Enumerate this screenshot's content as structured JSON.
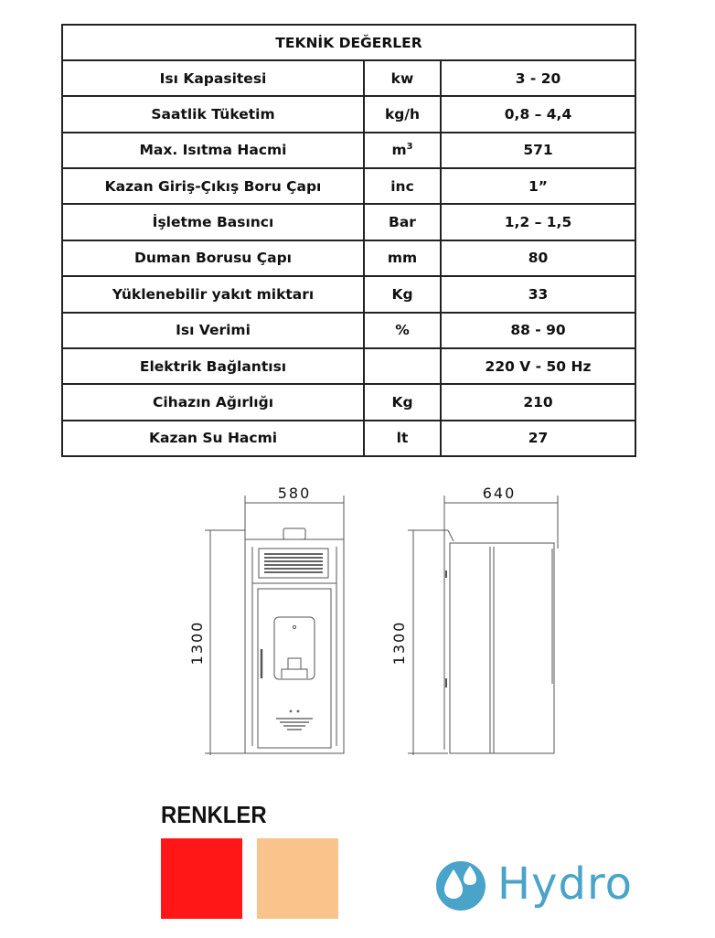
{
  "table": {
    "title": "TEKNİK DEĞERLER",
    "rows": [
      {
        "name": "Isı Kapasitesi",
        "unit": "kw",
        "value": "3 - 20"
      },
      {
        "name": "Saatlik Tüketim",
        "unit": "kg/h",
        "value": "0,8 – 4,4"
      },
      {
        "name": "Max. Isıtma Hacmi",
        "unit": "m",
        "unit_sup": "3",
        "value": "571"
      },
      {
        "name": "Kazan Giriş-Çıkış Boru Çapı",
        "unit": "inc",
        "value": "1”"
      },
      {
        "name": "İşletme Basıncı",
        "unit": "Bar",
        "value": "1,2 – 1,5"
      },
      {
        "name": "Duman Borusu Çapı",
        "unit": "mm",
        "value": "80"
      },
      {
        "name": "Yüklenebilir yakıt miktarı",
        "unit": "Kg",
        "value": "33"
      },
      {
        "name": "Isı Verimi",
        "unit": "%",
        "value": "88 - 90"
      },
      {
        "name": "Elektrik Bağlantısı",
        "unit": "",
        "value": "220 V -  50 Hz"
      },
      {
        "name": "Cihazın Ağırlığı",
        "unit": "Kg",
        "value": "210"
      },
      {
        "name": "Kazan Su Hacmi",
        "unit": "lt",
        "value": "27"
      }
    ]
  },
  "drawings": {
    "front_width": "580",
    "side_depth": "640",
    "front_height": "1300",
    "side_height": "1300"
  },
  "colors": {
    "title": "RENKLER",
    "swatches": [
      "#ff1616",
      "#f8c48c"
    ]
  },
  "logo": {
    "text": "Hydro",
    "color": "#4aa3c8",
    "icon": "water-drop-icon"
  }
}
